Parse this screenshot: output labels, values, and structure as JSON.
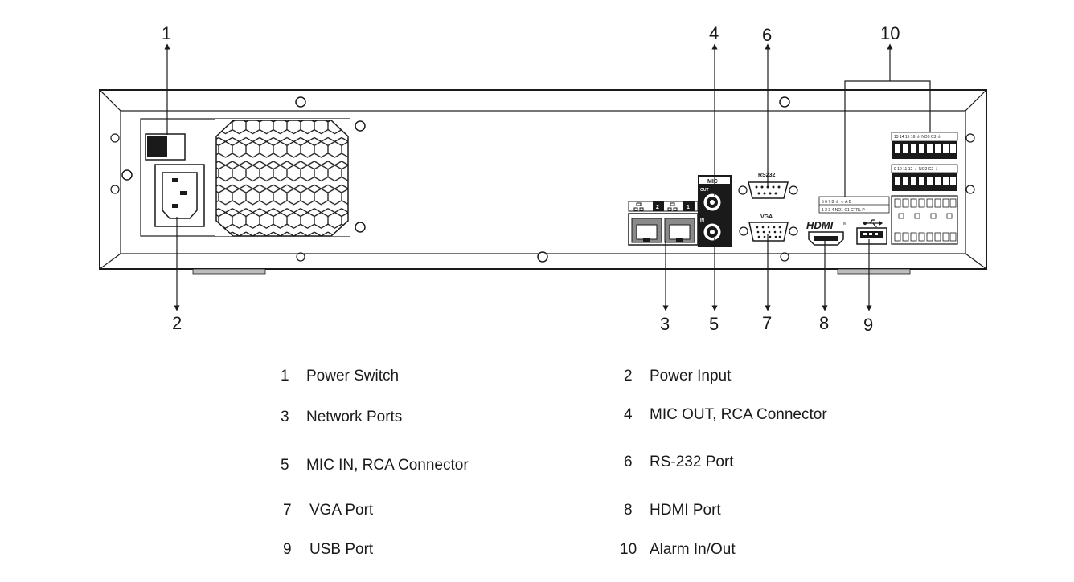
{
  "callouts": [
    {
      "num": "1"
    },
    {
      "num": "2"
    },
    {
      "num": "3"
    },
    {
      "num": "4"
    },
    {
      "num": "5"
    },
    {
      "num": "6"
    },
    {
      "num": "7"
    },
    {
      "num": "8"
    },
    {
      "num": "9"
    },
    {
      "num": "10"
    }
  ],
  "panel": {
    "mic_label": "MIC",
    "out_label": "OUT",
    "in_label": "IN",
    "rs232_label": "RS232",
    "vga_label": "VGA",
    "hdmi_label": "HDMI",
    "hdmi_tm": "TM",
    "net_port_1": "1",
    "net_port_2": "2",
    "alarm_top_row": "13 14 15 16 ⏚ NO3 C3 ⏚",
    "alarm_mid_row": "9 10 11 12 ⏚ NO2 C2 ⏚",
    "alarm_left_top": "5  6  7  8  ⏚  ⏚  A  B",
    "alarm_left_bottom": "1  2  3  4 NO1 C1 CTRL  P"
  },
  "legend": [
    {
      "num": "1",
      "label": "Power Switch"
    },
    {
      "num": "2",
      "label": "Power Input"
    },
    {
      "num": "3",
      "label": "Network Ports"
    },
    {
      "num": "4",
      "label": "MIC OUT, RCA Connector"
    },
    {
      "num": "5",
      "label": "MIC IN, RCA Connector"
    },
    {
      "num": "6",
      "label": "RS-232 Port"
    },
    {
      "num": "7",
      "label": "VGA Port"
    },
    {
      "num": "8",
      "label": "HDMI Port"
    },
    {
      "num": "9",
      "label": "USB Port"
    },
    {
      "num": "10",
      "label": "Alarm In/Out"
    }
  ]
}
